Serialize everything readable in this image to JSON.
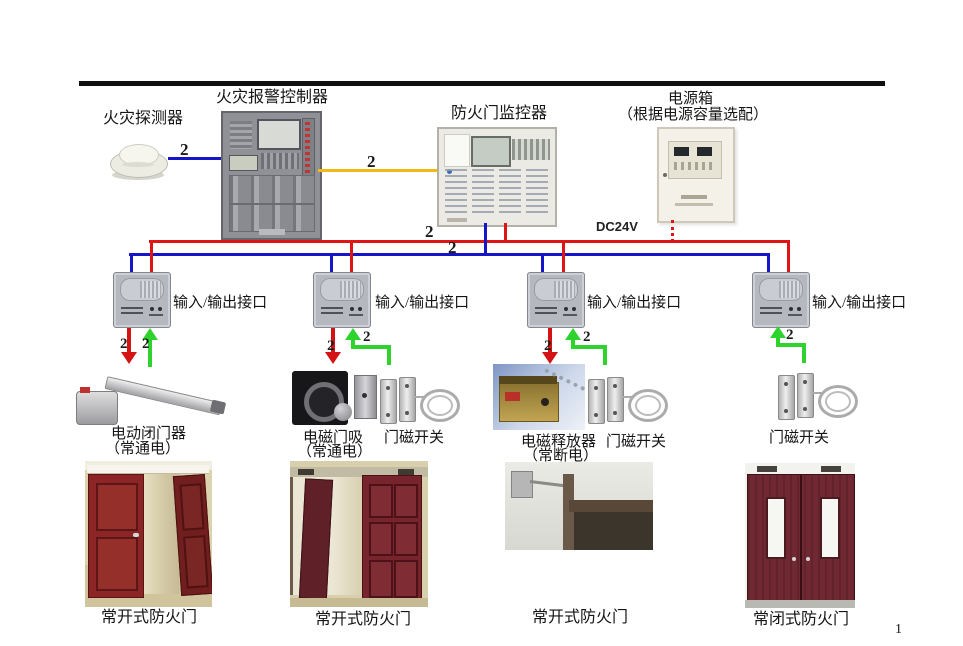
{
  "wire_qty": "2",
  "page_number": "1",
  "top": {
    "detector_label": "火灾探测器",
    "controller_label": "火灾报警控制器",
    "monitor_label": "防火门监控器",
    "power_label_1": "电源箱",
    "power_label_2": "（根据电源容量选配）",
    "dc24v_label": "DC24V"
  },
  "io_modules": [
    {
      "label": "输入/输出接口"
    },
    {
      "label": "输入/输出接口"
    },
    {
      "label": "输入/输出接口"
    },
    {
      "label": "输入/输出接口"
    }
  ],
  "devices": {
    "closer": {
      "label": "电动闭门器",
      "note": "（常通电）"
    },
    "holder": {
      "label": "电磁门吸",
      "note": "（常通电）"
    },
    "switch1": {
      "label": "门磁开关"
    },
    "release": {
      "label": "电磁释放器",
      "note": "（常断电）"
    },
    "switch2": {
      "label": "门磁开关"
    },
    "switch3": {
      "label": "门磁开关"
    }
  },
  "doors": [
    {
      "label": "常开式防火门"
    },
    {
      "label": "常开式防火门"
    },
    {
      "label": "常开式防火门"
    },
    {
      "label": "常闭式防火门"
    }
  ],
  "colors": {
    "wire_red": "#df1414",
    "wire_blue": "#1616c8",
    "wire_yellow": "#f2b814",
    "arrow_green": "#2ed32e",
    "door_maroon": "#7a2429"
  }
}
